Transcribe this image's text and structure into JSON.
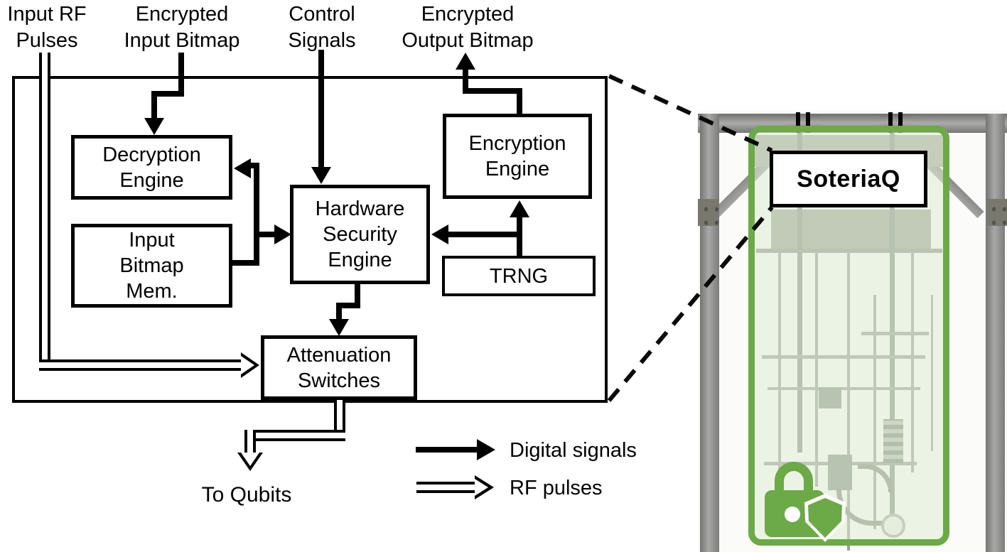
{
  "figure": {
    "external_labels": {
      "input_rf_pulses": "Input RF\nPulses",
      "encrypted_input_bitmap": "Encrypted\nInput Bitmap",
      "control_signals": "Control\nSignals",
      "encrypted_output_bitmap": "Encrypted\nOutput Bitmap",
      "to_qubits": "To Qubits"
    },
    "blocks": {
      "decryption_engine": "Decryption\nEngine",
      "input_bitmap_mem": "Input\nBitmap\nMem.",
      "hardware_security_engine": "Hardware\nSecurity\nEngine",
      "encryption_engine": "Encryption\nEngine",
      "trng": "TRNG",
      "attenuation_switches": "Attenuation\nSwitches"
    },
    "legend": {
      "digital_signals": "Digital signals",
      "rf_pulses": "RF pulses"
    },
    "photo_overlay": {
      "label": "SoteriaQ"
    },
    "colors": {
      "line": "#000000",
      "highlight_green": "#6CA947"
    }
  }
}
